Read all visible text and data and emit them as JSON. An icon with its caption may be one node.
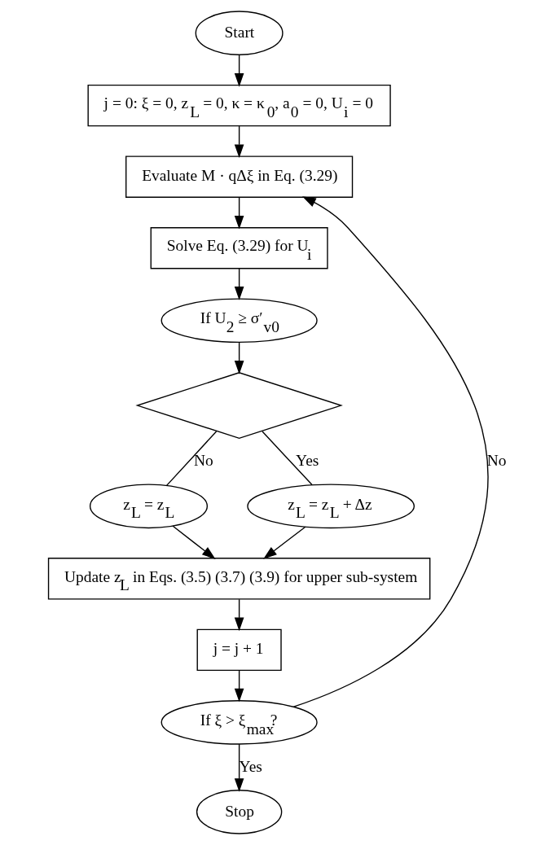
{
  "diagram": {
    "nodes": [
      {
        "text": [
          "Start"
        ]
      },
      {
        "text": [
          "j = 0: ξ = 0, z$_{L}$ = 0, κ = κ$_{0}$, a$_{0}$ = 0, U$_{i}$ = 0"
        ]
      },
      {
        "text": [
          "Evaluate M · qΔξ in Eq. (3.29)"
        ]
      },
      {
        "text": [
          "Solve Eq. (3.29) for U$_{i}$"
        ]
      },
      {
        "text": [
          "If U$_{2}$ ≥ σ′$_{v0}$"
        ]
      },
      {
        "text": [],
        "shape": "diamond"
      },
      {
        "text": [
          "z$_{L}$ = z$_{L}$"
        ]
      },
      {
        "text": [
          "z$_{L}$ = z$_{L}$ + Δz"
        ]
      },
      {
        "text": [
          "Update z$_{L}$ in Eqs. (3.5) (3.7) (3.9) for upper sub-system"
        ]
      },
      {
        "text": [
          "j = j + 1"
        ]
      },
      {
        "text": [
          "If ξ > ξ$_{max}$?"
        ]
      },
      {
        "text": [
          "Stop"
        ]
      }
    ],
    "edges": [
      {
        "from": 0,
        "to": 1,
        "arrow": "to"
      },
      {
        "from": 1,
        "to": 2,
        "arrow": "to"
      },
      {
        "from": 2,
        "to": 3,
        "arrow": "to"
      },
      {
        "from": 3,
        "to": 4,
        "arrow": "to"
      },
      {
        "from": 4,
        "to": 5,
        "arrow": "to"
      },
      {
        "from": 5,
        "to": 6,
        "arrow": "none",
        "label": "No"
      },
      {
        "from": 5,
        "to": 7,
        "arrow": "none",
        "label": "Yes"
      },
      {
        "from": 6,
        "to": 8,
        "arrow": "to"
      },
      {
        "from": 7,
        "to": 8,
        "arrow": "to"
      },
      {
        "from": 8,
        "to": 9,
        "arrow": "to"
      },
      {
        "from": 9,
        "to": 10,
        "arrow": "to"
      },
      {
        "from": 10,
        "to": 2,
        "arrow": "to",
        "label": "No"
      },
      {
        "from": 10,
        "to": 11,
        "arrow": "to",
        "label": "Yes"
      }
    ]
  }
}
